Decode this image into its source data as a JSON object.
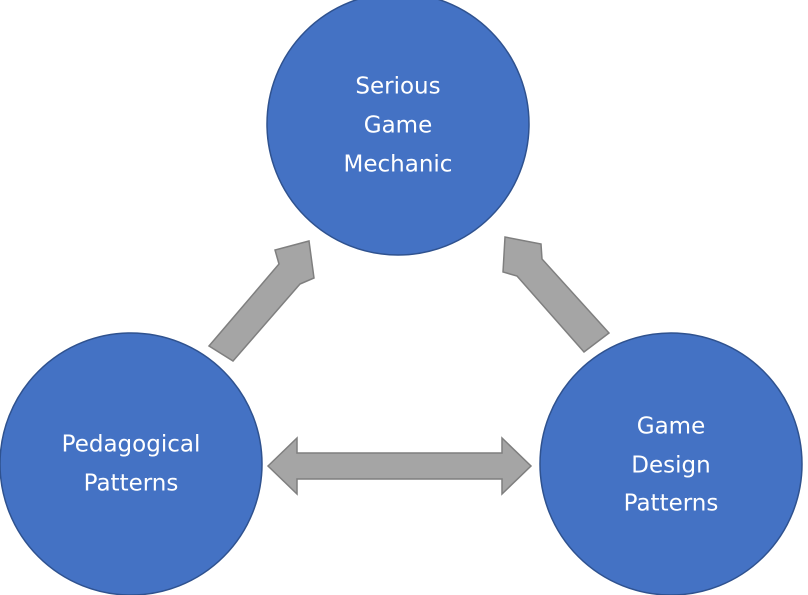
{
  "colors": {
    "node_fill": "#4472c4",
    "node_stroke": "#2f528f",
    "arrow_fill": "#a5a5a5",
    "arrow_stroke": "#7f7f7f",
    "label_color": "#ffffff"
  },
  "nodes": {
    "serious_game_mechanic": {
      "lines": [
        "Serious",
        "Game",
        "Mechanic"
      ]
    },
    "pedagogical_patterns": {
      "lines": [
        "Pedagogical",
        "Patterns"
      ]
    },
    "game_design_patterns": {
      "lines": [
        "Game",
        "Design",
        "Patterns"
      ]
    }
  },
  "arrows": [
    {
      "from": "pedagogical_patterns",
      "to": "serious_game_mechanic",
      "direction": "one-way"
    },
    {
      "from": "game_design_patterns",
      "to": "serious_game_mechanic",
      "direction": "one-way"
    },
    {
      "from": "pedagogical_patterns",
      "to": "game_design_patterns",
      "direction": "two-way"
    }
  ]
}
